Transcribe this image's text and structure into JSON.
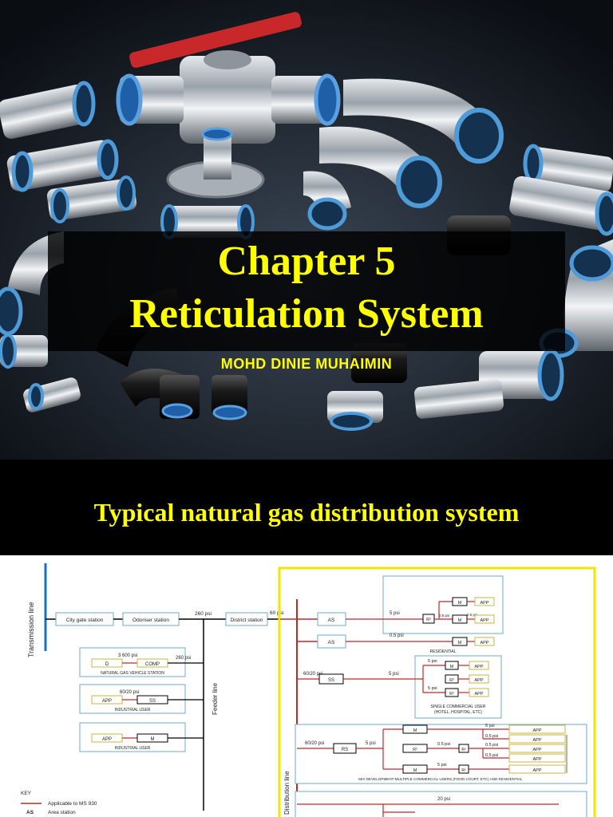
{
  "slide1": {
    "title_line1": "Chapter 5",
    "title_line2": "Reticulation System",
    "author": "MOHD DINIE MUHAIMIN"
  },
  "slide2": {
    "title": "Typical natural gas distribution system",
    "diagram": {
      "transmission_line": "Transmission line",
      "feeder_line": "Feeder line",
      "distribution_line": "Distribution line",
      "city_gate": "City gate station",
      "odoriser": "Odoriser station",
      "district": "District station",
      "p260a": "260 psi",
      "p260b": "260 psi",
      "p3600": "3 600 psi",
      "p60": "60 psi",
      "p6020a": "60/20 psi",
      "p6020b": "60/20 psi",
      "p6020c": "60/20 psi",
      "p5a": "5 psi",
      "p05a": "0.5 psi",
      "p05b": "0.5 psi",
      "p05c": "0.5 psi",
      "p5b": "5 psi",
      "p5c": "5 psi",
      "p5d": "5 psi",
      "p5e": "5 psi",
      "p5f": "5 psi",
      "p05d": "0.5 psi",
      "p05e": "0.5 psi",
      "p05f": "0.5 psi",
      "p5g": "5 psi",
      "p05g": "0.5 psi",
      "p20": "20 psi",
      "d": "D",
      "comp": "COMP",
      "app": "APP",
      "ss": "SS",
      "m": "M",
      "as": "AS",
      "rs": "RS",
      "r2": "R²",
      "ngv": "NATURAL GAS VEHICLE STATION",
      "industrial": "INDUSTRIAL USER",
      "residential": "RESIDENTIAL",
      "single_comm": "SINGLE COMMERCIAL USER",
      "single_comm2": "(HOTEL, HOSPITAL, ETC)",
      "mix_dev": "MIX DEVELOPMENT-MULTIPLE COMMERCIAL USERS (FOOD COURT, ETC) AND RESIDENTIAL",
      "key": "KEY",
      "key1": "Applicable to MS 930",
      "key2_abbr": "AS",
      "key2": "Area station"
    }
  }
}
